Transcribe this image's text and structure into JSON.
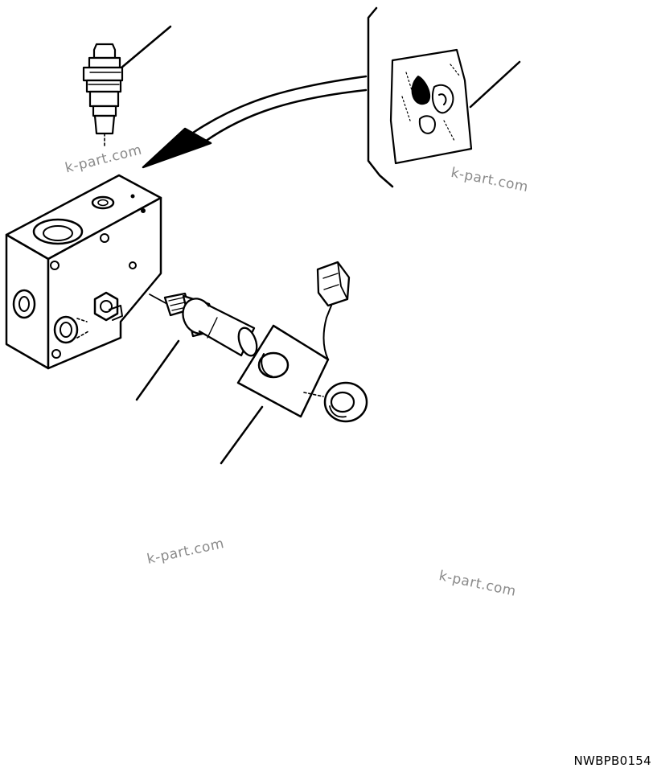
{
  "drawing_code": "NWBPB0154",
  "watermarks": [
    "k-part.com",
    "k-part.com",
    "k-part.com",
    "k-part.com"
  ],
  "colors": {
    "ink": "#000000",
    "watermark": "#8a8a8a",
    "background": "#ffffff"
  }
}
